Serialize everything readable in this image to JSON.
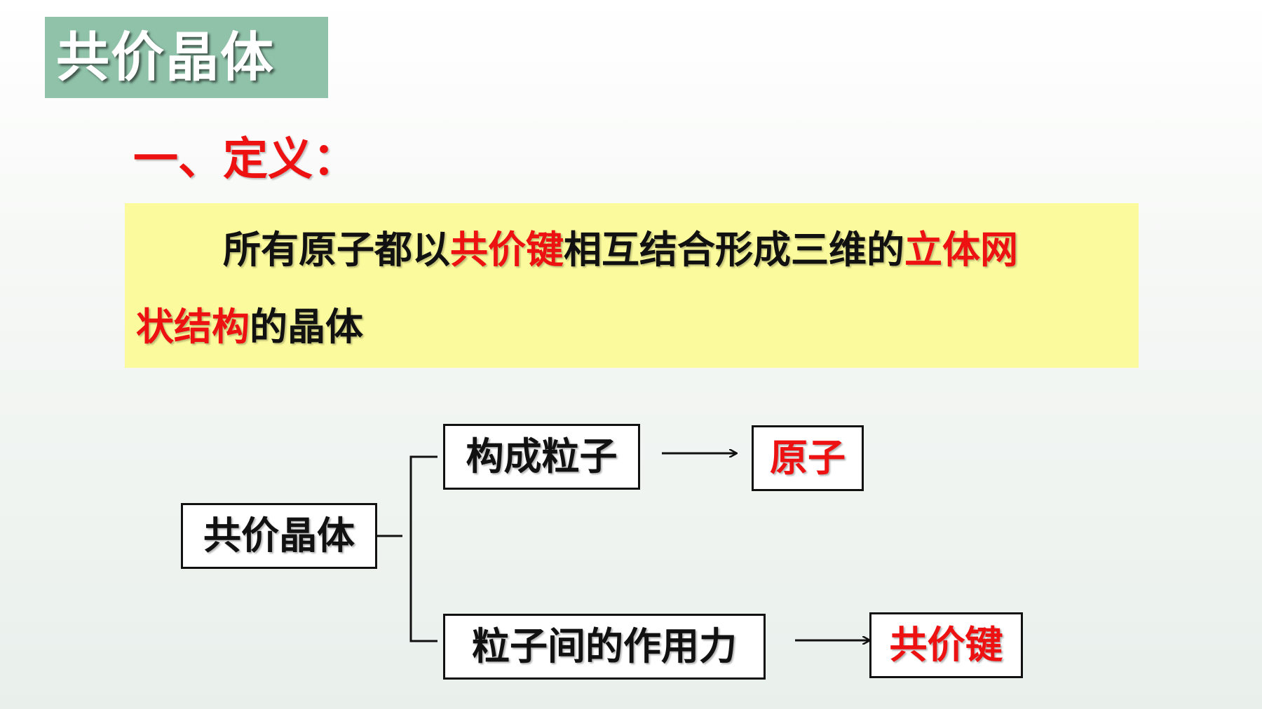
{
  "slide": {
    "title": "共价晶体",
    "section_heading": "一、定义：",
    "definition": {
      "line1_a": "所有原子都以",
      "line1_b": "共价键",
      "line1_c": "相互结合形成三维的",
      "line1_d": "立体网",
      "line2_a": "状结构",
      "line2_b": "的晶体"
    },
    "diagram": {
      "root": "共价晶体",
      "composition_label": "构成粒子",
      "composition_value": "原子",
      "interaction_label": "粒子间的作用力",
      "interaction_value": "共价键"
    }
  },
  "colors": {
    "title_bg": "#8fc2a9",
    "definition_bg": "#fbfa9c",
    "highlight": "#ee1111",
    "text": "#111111"
  }
}
